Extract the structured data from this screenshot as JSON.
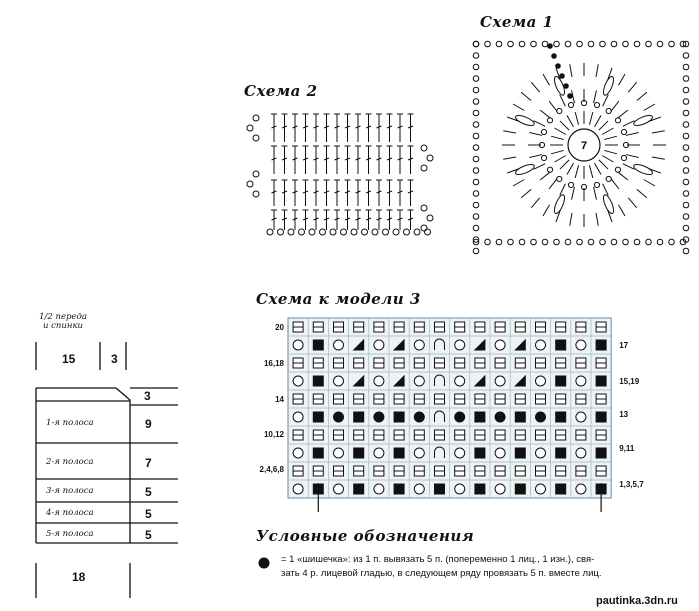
{
  "scheme1": {
    "title": "Схема 1",
    "center_number": "7"
  },
  "scheme2": {
    "title": "Схема 2"
  },
  "scheme3": {
    "title": "Схема к модели 3",
    "left_row_labels": [
      "20",
      "16,18",
      "14",
      "10,12",
      "2,4,6,8"
    ],
    "right_row_labels": [
      "17",
      "15,19",
      "13",
      "9,11",
      "1,3,5,7"
    ]
  },
  "pattern": {
    "half_title_line1": "1/2 переда",
    "half_title_line2": "и спинки",
    "top_width": "15",
    "top_shoulder": "3",
    "bottom_width": "18",
    "stripes": [
      {
        "label": "1-я полоса",
        "value": "9"
      },
      {
        "label": "2-я полоса",
        "value": "7"
      },
      {
        "label": "3-я полоса",
        "value": "5"
      },
      {
        "label": "4-я полоса",
        "value": "5"
      },
      {
        "label": "5-я полоса",
        "value": "5"
      }
    ],
    "top_stripe_value": "3"
  },
  "legend": {
    "title": "Условные обозначения",
    "bobble_text_line1": "= 1 «шишечка»: из 1 п. вывязать 5 п. (попеременно 1 лиц., 1 изн.), свя-",
    "bobble_text_line2": "зать 4 р. лицевой гладью, в следующем ряду провязать 5 п. вместе лиц."
  },
  "watermark": "pautinka.3dn.ru"
}
